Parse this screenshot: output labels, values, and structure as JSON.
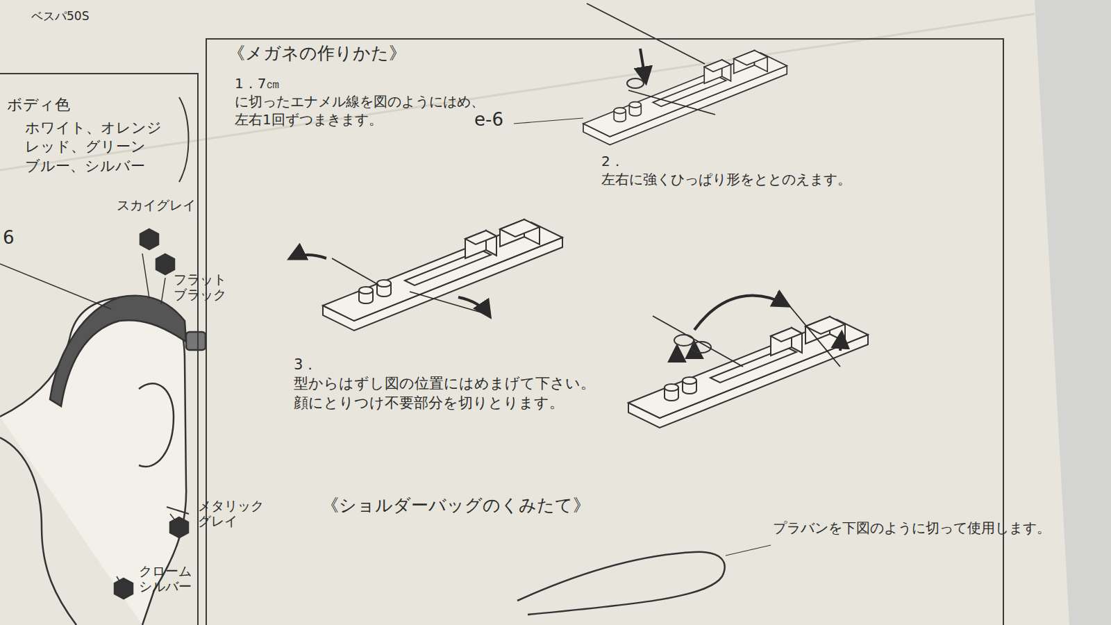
{
  "diagram": {
    "nodes": [
      {
        "text": [
          "ボディ色",
          "ホワイト、オレンジ レッド、グリーン ブルー、シルバー"
        ]
      },
      {
        "text": [
          "《メガネの作りかた》",
          "1．7㎝に切ったエナメル線を図のようにはめ、左右1回ずつまきます。",
          "2．左右に強くひっぱり形をととのえます。",
          "3．型からはずし図の位置にはめまげて下さい。顔にとりつけ不要部分を切りとります。",
          "《ショルダーバッグのくみたて》",
          "プラバンを下図のように切って使用します。"
        ]
      }
    ],
    "labels": [
      "ベスパ50S",
      "6",
      "スカイグレイ",
      "フラット ブラック",
      "メタリック グレイ",
      "クローム シルバー",
      "e-6"
    ]
  }
}
